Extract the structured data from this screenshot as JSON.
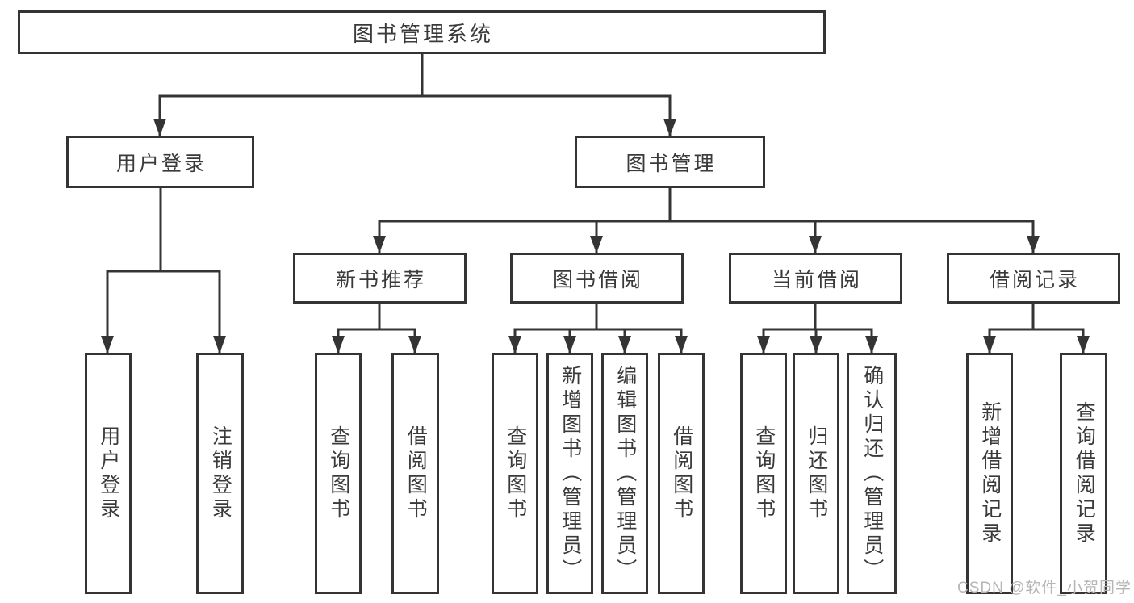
{
  "colors": {
    "line": "#343434",
    "box_border": "#343434",
    "text": "#3a3a3a",
    "watermark": "#b6b6b6",
    "background": "#ffffff"
  },
  "watermark": "CSDN @软件_小贺同学",
  "tree": {
    "root": "图书管理系统",
    "level2": [
      "用户登录",
      "图书管理"
    ],
    "level3": [
      "新书推荐",
      "图书借阅",
      "当前借阅",
      "借阅记录"
    ],
    "leaves": {
      "user_login": [
        "用户登录",
        "注销登录"
      ],
      "new_book": [
        "查询图书",
        "借阅图书"
      ],
      "book_borrow": [
        "查询图书",
        "新增图书（管理员）",
        "编辑图书（管理员）",
        "借阅图书"
      ],
      "current_borrow": [
        "查询图书",
        "归还图书",
        "确认归还（管理员）"
      ],
      "borrow_records": [
        "新增借阅记录",
        "查询借阅记录"
      ]
    }
  }
}
